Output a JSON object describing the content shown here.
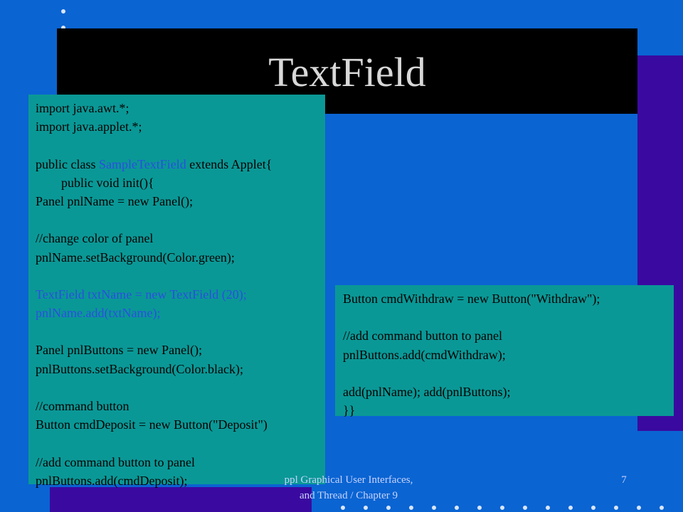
{
  "slide": {
    "title": "TextField",
    "footer_line1": "ppl    Graphical User Interfaces,",
    "footer_line2": "and Thread / Chapter 9",
    "page_number": "7"
  },
  "code_left": {
    "l1": "import java.awt.*;",
    "l2": "import java.applet.*;",
    "l3": "",
    "l4a": "public class ",
    "l4b": "SampleTextField",
    "l4c": " extends Applet{",
    "l5": "        public void init(){",
    "l6": "Panel pnlName = new Panel();",
    "l7": "",
    "l8": "//change color of panel",
    "l9": "pnlName.setBackground(Color.green);",
    "l10": "",
    "l11": "TextField txtName = new TextField (20);",
    "l12": "pnlName.add(txtName);",
    "l13": "",
    "l14": "Panel pnlButtons = new Panel();",
    "l15": "pnlButtons.setBackground(Color.black);",
    "l16": "",
    "l17": "//command button",
    "l18": "Button cmdDeposit = new Button(\"Deposit\")",
    "l19": "",
    "l20": "//add command button to panel",
    "l21": "pnlButtons.add(cmdDeposit);"
  },
  "code_right": {
    "l1": "Button cmdWithdraw = new Button(\"Withdraw\");",
    "l2": "",
    "l3": "//add command button to panel",
    "l4": "pnlButtons.add(cmdWithdraw);",
    "l5": "",
    "l6": "add(pnlName); add(pnlButtons);",
    "l7": "}}"
  }
}
